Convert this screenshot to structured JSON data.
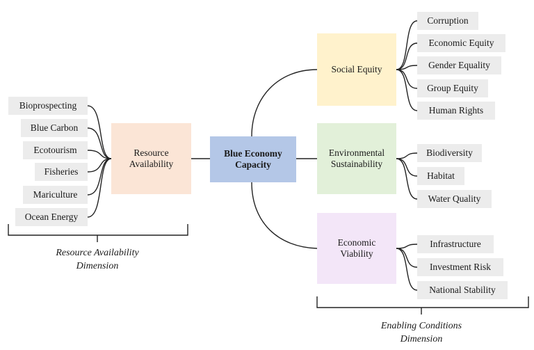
{
  "center": {
    "label": "Blue Economy Capacity",
    "color": "#b4c7e7"
  },
  "resource": {
    "label": "Resource Availability",
    "color": "#fbe5d6",
    "items": [
      "Bioprospecting",
      "Blue Carbon",
      "Ecotourism",
      "Fisheries",
      "Mariculture",
      "Ocean Energy"
    ],
    "caption": "Resource Availability\nDimension"
  },
  "social": {
    "label": "Social Equity",
    "color": "#fff2cc",
    "items": [
      "Corruption",
      "Economic Equity",
      "Gender Equality",
      "Group Equity",
      "Human Rights"
    ]
  },
  "environmental": {
    "label": "Environmental Sustainability",
    "color": "#e2f0d9",
    "items": [
      "Biodiversity",
      "Habitat",
      "Water Quality"
    ]
  },
  "economic": {
    "label": "Economic Viability",
    "color": "#f3e6f8",
    "items": [
      "Infrastructure",
      "Investment Risk",
      "National Stability"
    ]
  },
  "enabling_caption": "Enabling Conditions\nDimension"
}
